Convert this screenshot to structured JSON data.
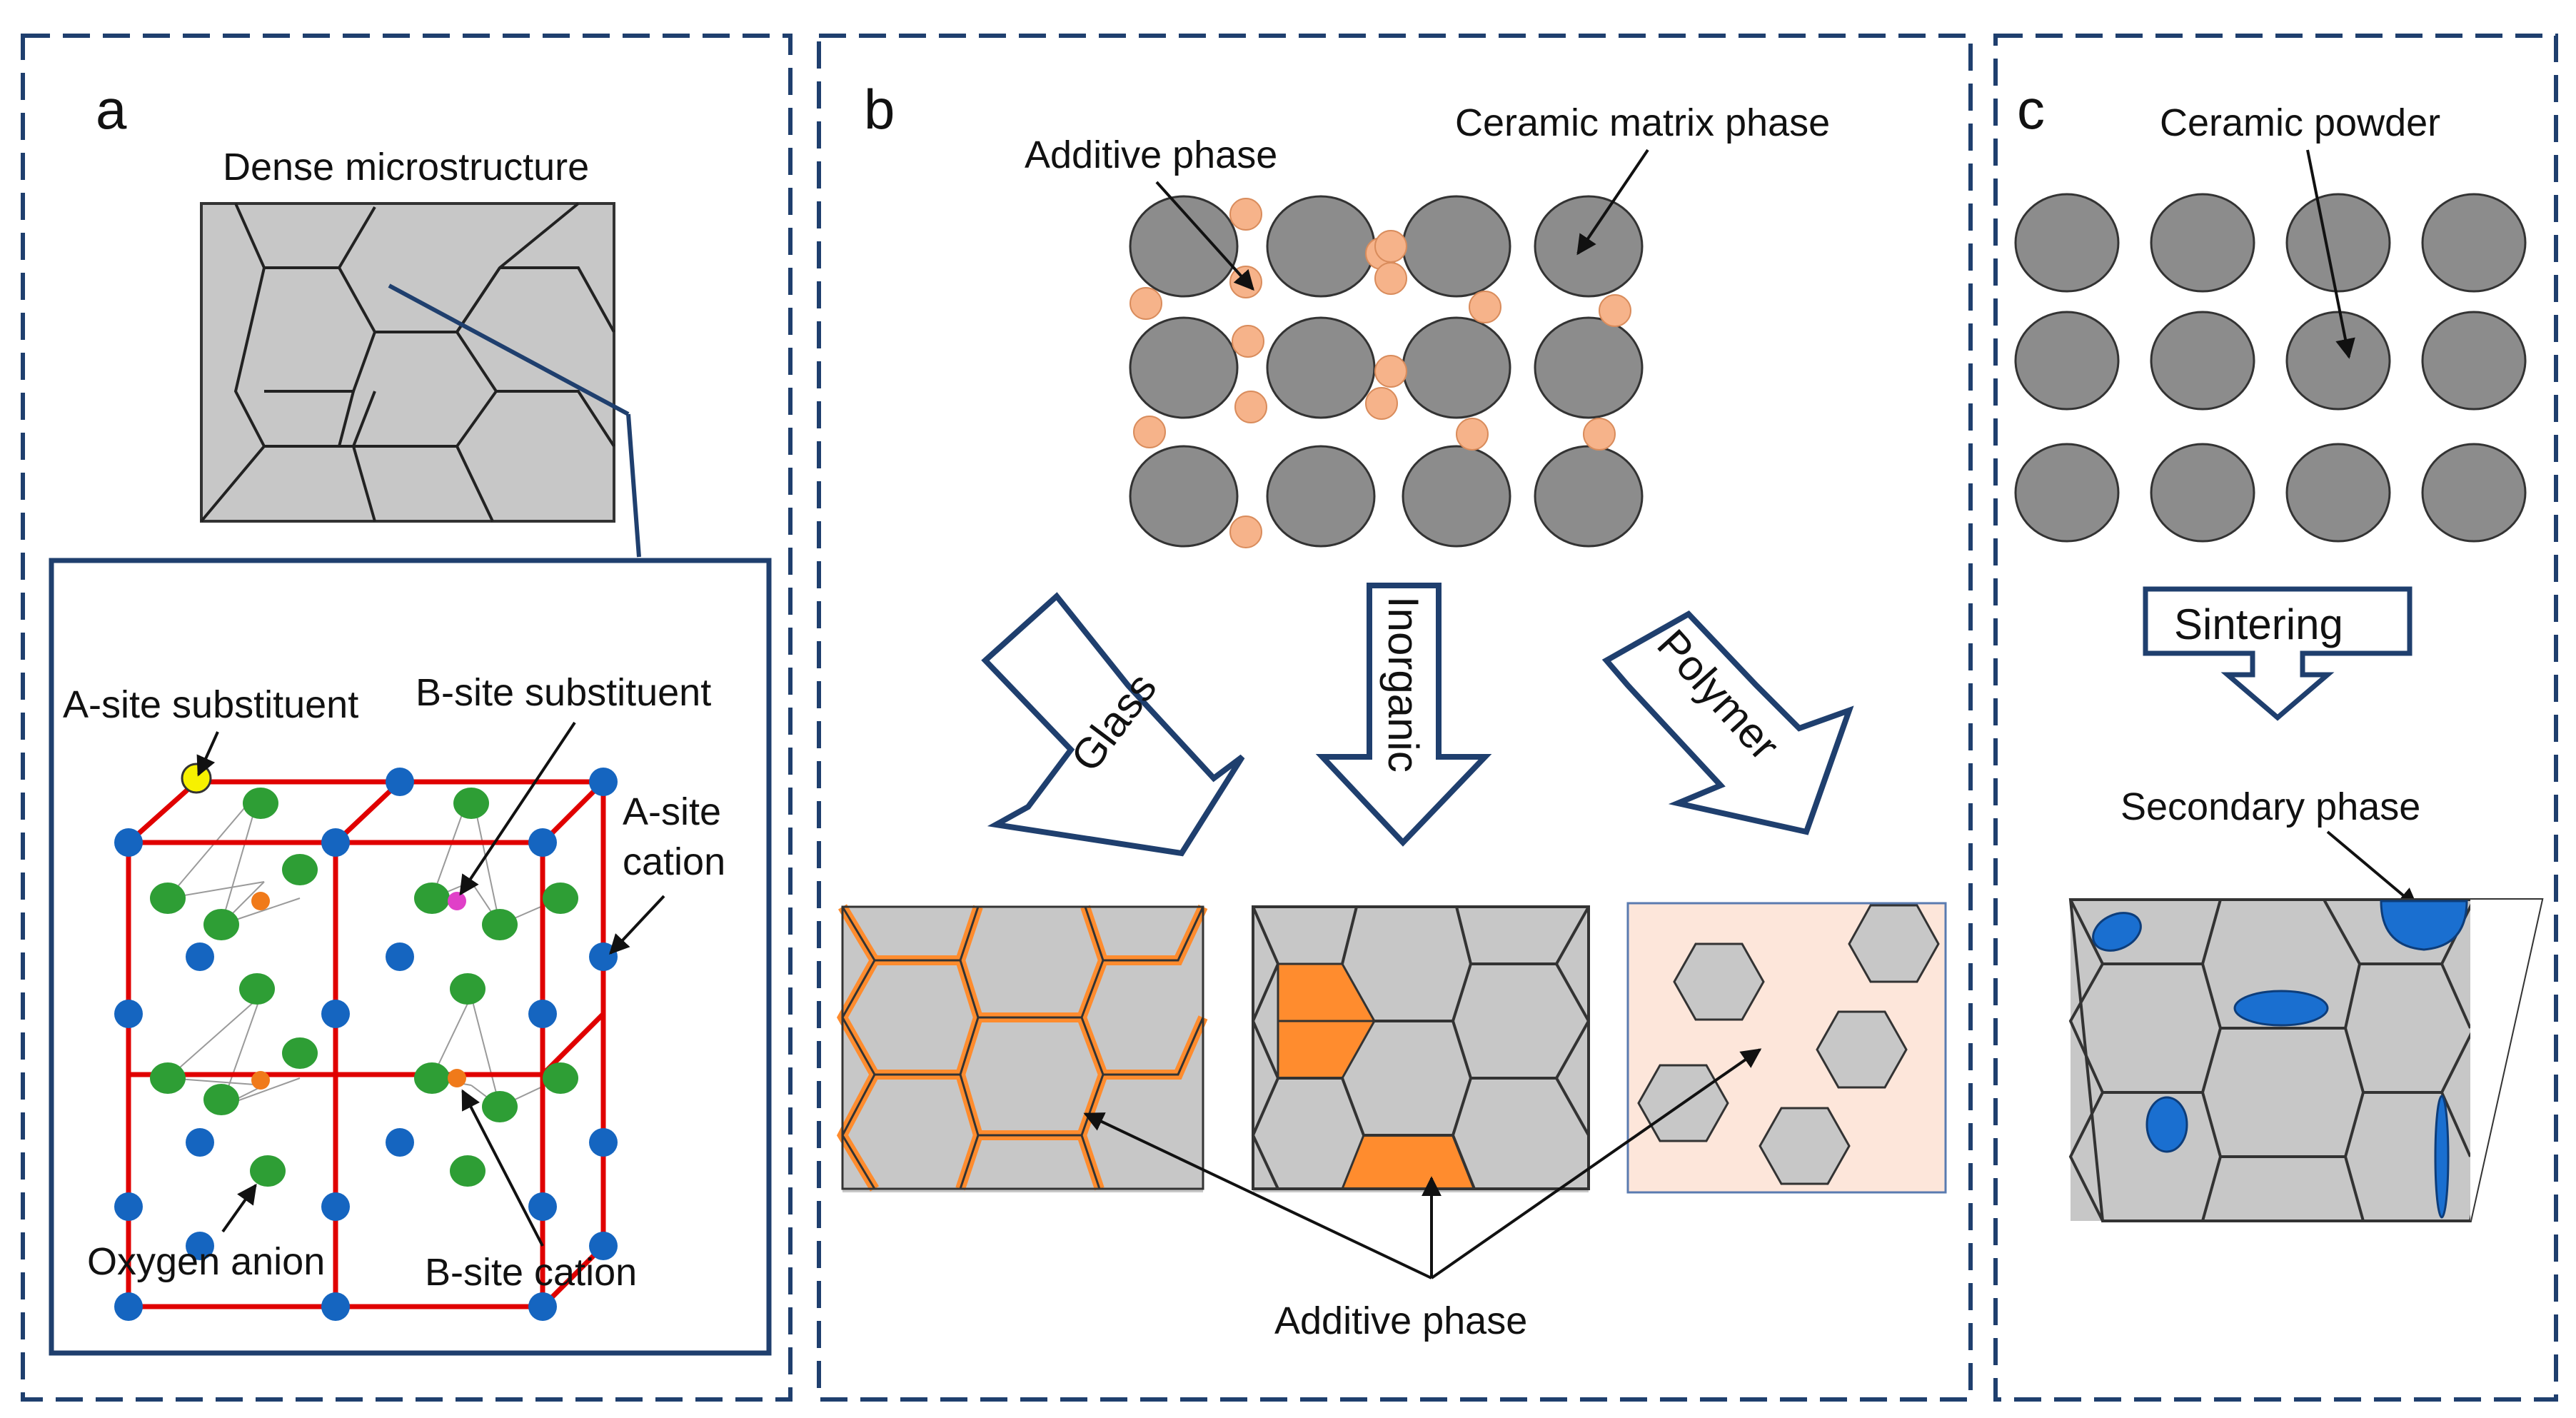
{
  "colors": {
    "panel_border": "#1f3f6e",
    "grain": "#c7c7c7",
    "grain_stroke": "#333333",
    "powder": "#8c8c8c",
    "additive_orange": "#ff8c2e",
    "additive_particle": "#f6b38a",
    "polymer_matrix": "#fde6da",
    "secondary_blue": "#1a6fd0",
    "lattice_red": "#e00000",
    "a_site_blue": "#1565c0",
    "oxygen_green": "#2e9e35",
    "b_site_orange": "#f07a1a",
    "a_sub_yellow": "#f7f100",
    "b_sub_magenta": "#e040c8"
  },
  "panel_a": {
    "letter": "a",
    "title": "Dense microstructure",
    "labels": {
      "a_sub": "A-site substituent",
      "b_sub": "B-site substituent",
      "a_cation_1": "A-site",
      "a_cation_2": "cation",
      "oxygen": "Oxygen anion",
      "b_cation": "B-site cation"
    }
  },
  "panel_b": {
    "letter": "b",
    "additive_top": "Additive phase",
    "matrix": "Ceramic matrix phase",
    "arrows": {
      "glass": "Glass",
      "inorganic": "Inorganic",
      "polymer": "Polymer"
    },
    "additive_bottom": "Additive phase"
  },
  "panel_c": {
    "letter": "c",
    "powder": "Ceramic powder",
    "sintering": "Sintering",
    "secondary": "Secondary phase"
  }
}
